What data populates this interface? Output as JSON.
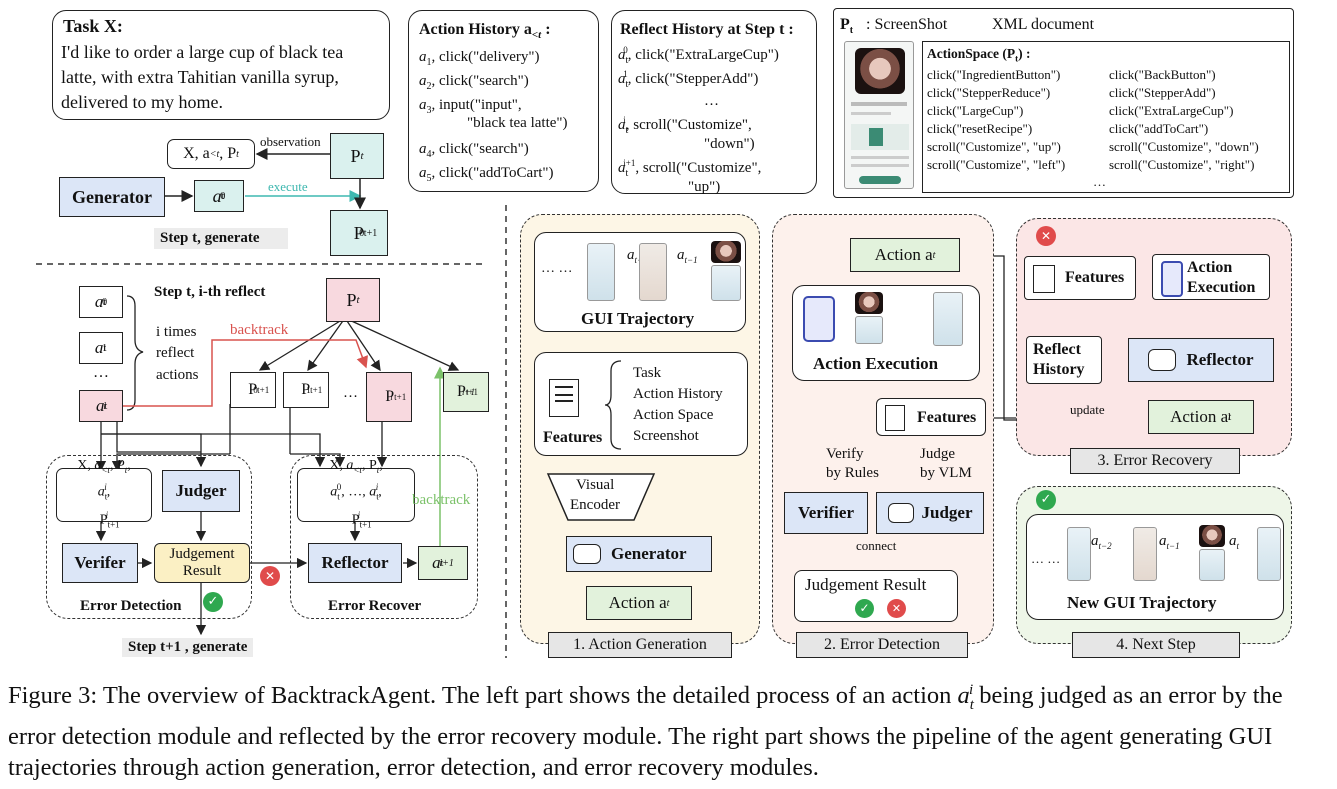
{
  "task": {
    "title": "Task X:",
    "text_lines": [
      "I'd like to order a large cup of black tea",
      "latte, with extra Tahitian vanilla syrup,",
      "delivered to my home."
    ]
  },
  "action_history": {
    "title": "Action History a",
    "title_sub": "<t",
    "items": [
      {
        "sym": "a",
        "idx": "1",
        "text": ", click(\"delivery\")"
      },
      {
        "sym": "a",
        "idx": "2",
        "text": ", click(\"search\")"
      },
      {
        "sym": "a",
        "idx": "3",
        "text": ", input(\"input\","
      },
      {
        "sym": "",
        "idx": "",
        "text": "\"black tea latte\")"
      },
      {
        "sym": "a",
        "idx": "4",
        "text": ", click(\"search\")"
      },
      {
        "sym": "a",
        "idx": "5",
        "text": ", click(\"addToCart\")"
      }
    ]
  },
  "reflect_history": {
    "title": "Reflect History at Step t :",
    "items": [
      ", click(\"ExtraLargeCup\")",
      ", click(\"StepperAdd\")",
      "…",
      ", scroll(\"Customize\",",
      "\"down\")",
      ", scroll(\"Customize\",",
      "\"up\")"
    ]
  },
  "screenshot_panel": {
    "pt_label": "P",
    "pt_sub": "t",
    "screenshot_label": ": ScreenShot",
    "xml_label": "XML document",
    "action_space_title": "ActionSpace (P",
    "action_space_sub": "t",
    "action_space_close": ") :",
    "col1": [
      "click(\"IngredientButton\")",
      "click(\"StepperReduce\")",
      "click(\"LargeCup\")",
      "click(\"resetRecipe\")",
      "scroll(\"Customize\", \"up\")",
      "scroll(\"Customize\", \"left\")"
    ],
    "col2": [
      "click(\"BackButton\")",
      "click(\"StepperAdd\")",
      "click(\"ExtraLargeCup\")",
      "click(\"addToCart\")",
      "scroll(\"Customize\", \"down\")",
      "scroll(\"Customize\", \"right\")"
    ],
    "ellipsis": "…"
  },
  "left_top": {
    "obs_input": "X, a",
    "obs_input_sub": "<t",
    "obs_input_tail": ", P",
    "observation_label": "observation",
    "pt": "P",
    "generator": "Generator",
    "at0": "a",
    "execute_label": "execute",
    "pt1": "P",
    "step_generate": "Step t, generate"
  },
  "left_bottom": {
    "step_reflect": "Step t,  i-th reflect",
    "a_items": [
      "0",
      "1",
      "…",
      "i"
    ],
    "i_times": "i times",
    "reflect": "reflect",
    "actions": "actions",
    "backtrack": "backtrack",
    "p_items": [
      "0",
      "1",
      "…",
      "i",
      "i+1"
    ],
    "judger": "Judger",
    "verifer": "Verifer",
    "judgement_result_l1": "Judgement",
    "judgement_result_l2": "Result",
    "reflector": "Reflector",
    "error_detection": "Error Detection",
    "error_recover": "Error Recover",
    "backtrack_green": "backtrack",
    "step_next": "Step t+1 , generate"
  },
  "right": {
    "gui_trajectory": "GUI Trajectory",
    "features": "Features",
    "feature_list": [
      "Task",
      "Action History",
      "Action Space",
      "Screenshot"
    ],
    "visual_encoder_l1": "Visual",
    "visual_encoder_l2": "Encoder",
    "generator": "Generator",
    "action_at": "Action a",
    "stage1": "1. Action Generation",
    "action_execution": "Action Execution",
    "features2": "Features",
    "verify_by_rules_l1": "Verify",
    "verify_by_rules_l2": "by Rules",
    "judge_by_vlm_l1": "Judge",
    "judge_by_vlm_l2": "by VLM",
    "verifier": "Verifier",
    "judger": "Judger",
    "connect": "connect",
    "judgement_result": "Judgement Result",
    "stage2": "2. Error Detection",
    "features3": "Features",
    "action_exec3_l1": "Action",
    "action_exec3_l2": "Execution",
    "reflect_history_l1": "Reflect",
    "reflect_history_l2": "History",
    "reflector": "Reflector",
    "update": "update",
    "action_at1": "Action a",
    "stage3": "3. Error Recovery",
    "new_gui_trajectory": "New GUI Trajectory",
    "stage4": "4. Next Step"
  },
  "caption": {
    "prefix": "Figure 3: The overview of BacktrackAgent. The left part shows the detailed process of an action ",
    "suffix": " being judged as an error by the error detection module and reflected by the error recovery module. The right part shows the pipeline of the agent generating GUI trajectories through action generation, error detection, and error recovery modules."
  },
  "colors": {
    "blue_fill": "#dce6f7",
    "green_fill": "#e2f2dc",
    "mint_fill": "#daf1ee",
    "pink_fill": "#f8d9df",
    "yellow_fill": "#fbf0c4",
    "stage1_bg": "#fdf6e6",
    "stage2_bg": "#fdf1ec",
    "stage3_bg": "#fbe6e6",
    "stage4_bg": "#eef6e8",
    "backtrack_red": "#d9534f",
    "backtrack_green": "#7cc26a",
    "execute_teal": "#3fb8b0",
    "ok_green": "#2fa84f",
    "err_red": "#e04b4b"
  },
  "icons": [
    "document-icon",
    "robot-icon",
    "phone-app-icon",
    "check-icon",
    "cross-icon",
    "cup-thumbnail",
    "phone-screenshot"
  ]
}
